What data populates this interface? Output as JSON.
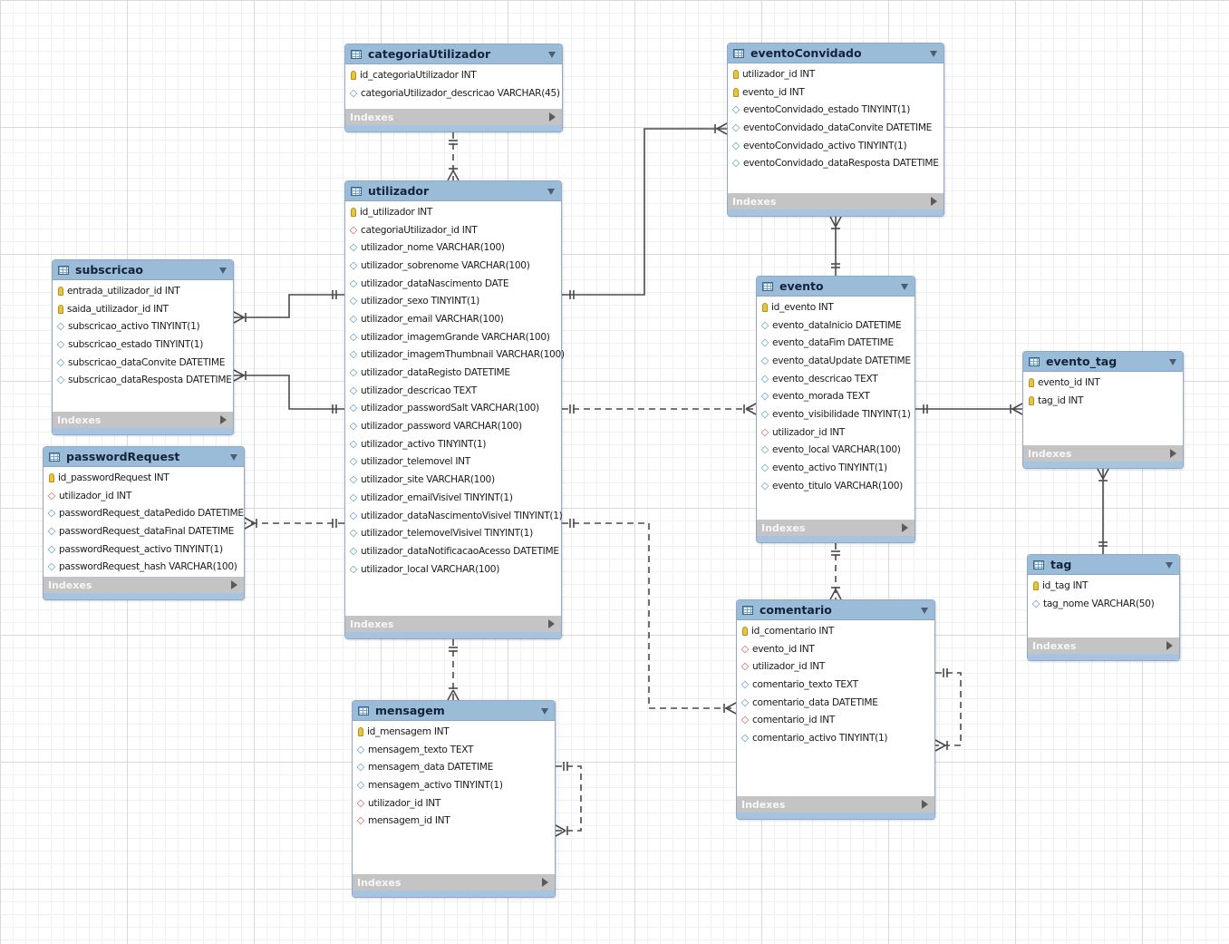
{
  "diagram": {
    "footer_label": "Indexes",
    "entities": [
      {
        "id": "categoriaUtilizador",
        "title": "categoriaUtilizador",
        "columns": [
          {
            "icon": "pk",
            "label": "id_categoriaUtilizador INT"
          },
          {
            "icon": "attr",
            "label": "categoriaUtilizador_descricao VARCHAR(45)"
          }
        ]
      },
      {
        "id": "eventoConvidado",
        "title": "eventoConvidado",
        "columns": [
          {
            "icon": "pk",
            "label": "utilizador_id INT"
          },
          {
            "icon": "pk",
            "label": "evento_id INT"
          },
          {
            "icon": "attr",
            "label": "eventoConvidado_estado TINYINT(1)"
          },
          {
            "icon": "attr",
            "label": "eventoConvidado_dataConvite DATETIME"
          },
          {
            "icon": "attr",
            "label": "eventoConvidado_activo TINYINT(1)"
          },
          {
            "icon": "attr",
            "label": "eventoConvidado_dataResposta DATETIME"
          }
        ]
      },
      {
        "id": "utilizador",
        "title": "utilizador",
        "columns": [
          {
            "icon": "pk",
            "label": "id_utilizador INT"
          },
          {
            "icon": "fk",
            "label": "categoriaUtilizador_id INT"
          },
          {
            "icon": "attr",
            "label": "utilizador_nome VARCHAR(100)"
          },
          {
            "icon": "attr",
            "label": "utilizador_sobrenome VARCHAR(100)"
          },
          {
            "icon": "attr",
            "label": "utilizador_dataNascimento DATE"
          },
          {
            "icon": "attr",
            "label": "utilizador_sexo TINYINT(1)"
          },
          {
            "icon": "attr",
            "label": "utilizador_email VARCHAR(100)"
          },
          {
            "icon": "attr",
            "label": "utilizador_imagemGrande VARCHAR(100)"
          },
          {
            "icon": "attr",
            "label": "utilizador_imagemThumbnail VARCHAR(100)"
          },
          {
            "icon": "attr",
            "label": "utilizador_dataRegisto DATETIME"
          },
          {
            "icon": "attr",
            "label": "utilizador_descricao TEXT"
          },
          {
            "icon": "attr",
            "label": "utilizador_passwordSalt VARCHAR(100)"
          },
          {
            "icon": "attr",
            "label": "utilizador_password VARCHAR(100)"
          },
          {
            "icon": "attr",
            "label": "utilizador_activo TINYINT(1)"
          },
          {
            "icon": "attr",
            "label": "utilizador_telemovel INT"
          },
          {
            "icon": "attr",
            "label": "utilizador_site VARCHAR(100)"
          },
          {
            "icon": "attr",
            "label": "utilizador_emailVisivel TINYINT(1)"
          },
          {
            "icon": "attr",
            "label": "utilizador_dataNascimentoVisivel TINYINT(1)"
          },
          {
            "icon": "attr",
            "label": "utilizador_telemovelVisivel TINYINT(1)"
          },
          {
            "icon": "attr",
            "label": "utilizador_dataNotificacaoAcesso DATETIME"
          },
          {
            "icon": "attr",
            "label": "utilizador_local VARCHAR(100)"
          }
        ]
      },
      {
        "id": "subscricao",
        "title": "subscricao",
        "columns": [
          {
            "icon": "pk",
            "label": "entrada_utilizador_id INT"
          },
          {
            "icon": "pk",
            "label": "saida_utilizador_id INT"
          },
          {
            "icon": "attr",
            "label": "subscricao_activo TINYINT(1)"
          },
          {
            "icon": "attr",
            "label": "subscricao_estado TINYINT(1)"
          },
          {
            "icon": "attr",
            "label": "subscricao_dataConvite DATETIME"
          },
          {
            "icon": "attr",
            "label": "subscricao_dataResposta DATETIME"
          }
        ]
      },
      {
        "id": "passwordRequest",
        "title": "passwordRequest",
        "columns": [
          {
            "icon": "pk",
            "label": "id_passwordRequest INT"
          },
          {
            "icon": "fk",
            "label": "utilizador_id INT"
          },
          {
            "icon": "attr",
            "label": "passwordRequest_dataPedido DATETIME"
          },
          {
            "icon": "attr",
            "label": "passwordRequest_dataFinal DATETIME"
          },
          {
            "icon": "attr",
            "label": "passwordRequest_activo TINYINT(1)"
          },
          {
            "icon": "attr",
            "label": "passwordRequest_hash VARCHAR(100)"
          }
        ]
      },
      {
        "id": "evento",
        "title": "evento",
        "columns": [
          {
            "icon": "pk",
            "label": "id_evento INT"
          },
          {
            "icon": "attr",
            "label": "evento_dataInicio DATETIME"
          },
          {
            "icon": "attr",
            "label": "evento_dataFim DATETIME"
          },
          {
            "icon": "attr",
            "label": "evento_dataUpdate DATETIME"
          },
          {
            "icon": "attr",
            "label": "evento_descricao TEXT"
          },
          {
            "icon": "attr",
            "label": "evento_morada TEXT"
          },
          {
            "icon": "attr",
            "label": "evento_visibilidade TINYINT(1)"
          },
          {
            "icon": "fk",
            "label": "utilizador_id INT"
          },
          {
            "icon": "attr",
            "label": "evento_local VARCHAR(100)"
          },
          {
            "icon": "attr",
            "label": "evento_activo TINYINT(1)"
          },
          {
            "icon": "attr",
            "label": "evento_titulo VARCHAR(100)"
          }
        ]
      },
      {
        "id": "evento_tag",
        "title": "evento_tag",
        "columns": [
          {
            "icon": "pk",
            "label": "evento_id INT"
          },
          {
            "icon": "pk",
            "label": "tag_id INT"
          }
        ]
      },
      {
        "id": "tag",
        "title": "tag",
        "columns": [
          {
            "icon": "pk",
            "label": "id_tag INT"
          },
          {
            "icon": "attr",
            "label": "tag_nome VARCHAR(50)"
          }
        ]
      },
      {
        "id": "comentario",
        "title": "comentario",
        "columns": [
          {
            "icon": "pk",
            "label": "id_comentario INT"
          },
          {
            "icon": "fk",
            "label": "evento_id INT"
          },
          {
            "icon": "fk",
            "label": "utilizador_id INT"
          },
          {
            "icon": "attr",
            "label": "comentario_texto TEXT"
          },
          {
            "icon": "attr",
            "label": "comentario_data DATETIME"
          },
          {
            "icon": "fk",
            "label": "comentario_id INT"
          },
          {
            "icon": "attr",
            "label": "comentario_activo TINYINT(1)"
          }
        ]
      },
      {
        "id": "mensagem",
        "title": "mensagem",
        "columns": [
          {
            "icon": "pk",
            "label": "id_mensagem INT"
          },
          {
            "icon": "attr",
            "label": "mensagem_texto TEXT"
          },
          {
            "icon": "attr",
            "label": "mensagem_data DATETIME"
          },
          {
            "icon": "attr",
            "label": "mensagem_activo TINYINT(1)"
          },
          {
            "icon": "fk",
            "label": "utilizador_id INT"
          },
          {
            "icon": "fk",
            "label": "mensagem_id INT"
          }
        ]
      }
    ],
    "relationships": [
      {
        "from": "categoriaUtilizador",
        "to": "utilizador",
        "identifying": false,
        "from_card": "one",
        "to_card": "many"
      },
      {
        "from": "utilizador",
        "to": "eventoConvidado",
        "identifying": true,
        "from_card": "one",
        "to_card": "many"
      },
      {
        "from": "evento",
        "to": "eventoConvidado",
        "identifying": true,
        "from_card": "one",
        "to_card": "many"
      },
      {
        "from": "utilizador",
        "to": "subscricao",
        "identifying": true,
        "from_card": "one",
        "to_card": "many"
      },
      {
        "from": "utilizador",
        "to": "subscricao",
        "identifying": true,
        "from_card": "one",
        "to_card": "many"
      },
      {
        "from": "utilizador",
        "to": "passwordRequest",
        "identifying": false,
        "from_card": "one",
        "to_card": "many"
      },
      {
        "from": "utilizador",
        "to": "evento",
        "identifying": false,
        "from_card": "one",
        "to_card": "many"
      },
      {
        "from": "evento",
        "to": "evento_tag",
        "identifying": true,
        "from_card": "one",
        "to_card": "many"
      },
      {
        "from": "tag",
        "to": "evento_tag",
        "identifying": true,
        "from_card": "one",
        "to_card": "many"
      },
      {
        "from": "evento",
        "to": "comentario",
        "identifying": false,
        "from_card": "one",
        "to_card": "many"
      },
      {
        "from": "utilizador",
        "to": "comentario",
        "identifying": false,
        "from_card": "one",
        "to_card": "many"
      },
      {
        "from": "comentario",
        "to": "comentario",
        "identifying": false,
        "from_card": "one",
        "to_card": "many"
      },
      {
        "from": "utilizador",
        "to": "mensagem",
        "identifying": false,
        "from_card": "one",
        "to_card": "many"
      },
      {
        "from": "mensagem",
        "to": "mensagem",
        "identifying": false,
        "from_card": "one",
        "to_card": "many"
      }
    ]
  }
}
